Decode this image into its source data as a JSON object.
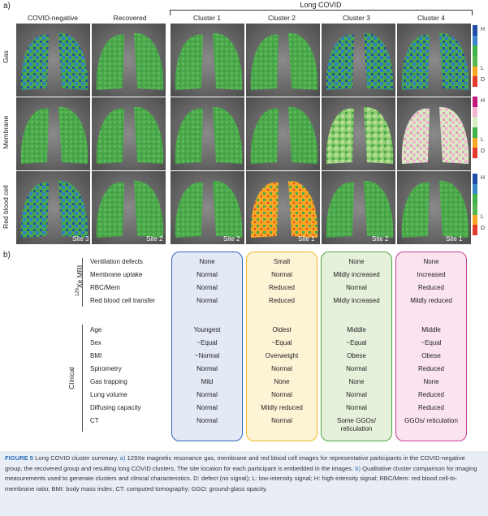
{
  "panel_a": {
    "label": "a)",
    "long_covid_header": "Long COVID",
    "columns": [
      "COVID-negative",
      "Recovered",
      "Cluster 1",
      "Cluster 2",
      "Cluster 3",
      "Cluster 4"
    ],
    "rows": [
      "Gas",
      "Membrane",
      "Red blood cell"
    ],
    "site_tags": [
      "Site 3",
      "Site 2",
      "Site 2",
      "Site 1",
      "Site 2",
      "Site 1"
    ],
    "scales": [
      {
        "top": "H",
        "mid": "L",
        "bottom": "D",
        "colors": [
          "#1f4fa8",
          "#3b86c8",
          "#3fb24a",
          "#56b84c",
          "#f6a623",
          "#e23a2b"
        ]
      },
      {
        "top": "H",
        "mid": "L",
        "bottom": "D",
        "colors": [
          "#c2187a",
          "#f2b6d2",
          "#d8ecc2",
          "#3fb24a",
          "#f6a623",
          "#e23a2b"
        ]
      },
      {
        "top": "H",
        "mid": "L",
        "bottom": "D",
        "colors": [
          "#1f4fa8",
          "#3b86c8",
          "#3fb24a",
          "#56b84c",
          "#f6a623",
          "#e23a2b"
        ]
      }
    ]
  },
  "panel_b": {
    "label": "b)",
    "group_mri": "129Xe MRI",
    "group_clinical": "Clinical",
    "mri_rows": [
      "Ventilation defects",
      "Membrane uptake",
      "RBC/Mem",
      "Red blood cell transfer"
    ],
    "clinical_rows": [
      "Age",
      "Sex",
      "BMI",
      "Spirometry",
      "Gas trapping",
      "Lung volume",
      "Diffusing capacity",
      "CT"
    ],
    "clusters": [
      {
        "mri": [
          "None",
          "Normal",
          "Normal",
          "Normal"
        ],
        "clinical": [
          "Youngest",
          "~Equal",
          "~Normal",
          "Normal",
          "Mild",
          "Normal",
          "Normal",
          "Normal"
        ],
        "bg": "#e3e9f5",
        "border": "#2d64b5"
      },
      {
        "mri": [
          "Small",
          "Normal",
          "Reduced",
          "Reduced"
        ],
        "clinical": [
          "Oldest",
          "~Equal",
          "Overweight",
          "Normal",
          "None",
          "Normal",
          "Mildly reduced",
          "Normal"
        ],
        "bg": "#fdf4d6",
        "border": "#f2b81d"
      },
      {
        "mri": [
          "None",
          "Mildly increased",
          "Normal",
          "Mildly increased"
        ],
        "clinical": [
          "Middle",
          "~Equal",
          "Obese",
          "Normal",
          "None",
          "Normal",
          "Normal",
          "Some GGOs/ reticulation"
        ],
        "bg": "#e6f1dc",
        "border": "#4ea448"
      },
      {
        "mri": [
          "None",
          "Increased",
          "Reduced",
          "Mildly reduced"
        ],
        "clinical": [
          "Middle",
          "~Equal",
          "Obese",
          "Reduced",
          "None",
          "Reduced",
          "Reduced",
          "GGOs/ reticulation"
        ],
        "bg": "#fbe3ef",
        "border": "#c43f93"
      }
    ]
  },
  "caption": {
    "figure_label": "FIGURE 5",
    "text1": " Long COVID cluster summary. ",
    "a_label": "a)",
    "text2": " 129Xe magnetic resonance gas, membrane and red blood cell images for representative participants in the COVID-negative group, the recovered group and resulting long COVID clusters. The site location for each participant is embedded in the images. ",
    "b_label": "b)",
    "text3": " Qualitative cluster comparison for imaging measurements used to generate clusters and clinical characteristics. D: defect (no signal); L: low-intensity signal; H: high-intensity signal; RBC/Mem: red blood cell-to-membrane ratio; BMI: body mass index; CT: computed tomography; GGO: ground-glass opacity."
  }
}
